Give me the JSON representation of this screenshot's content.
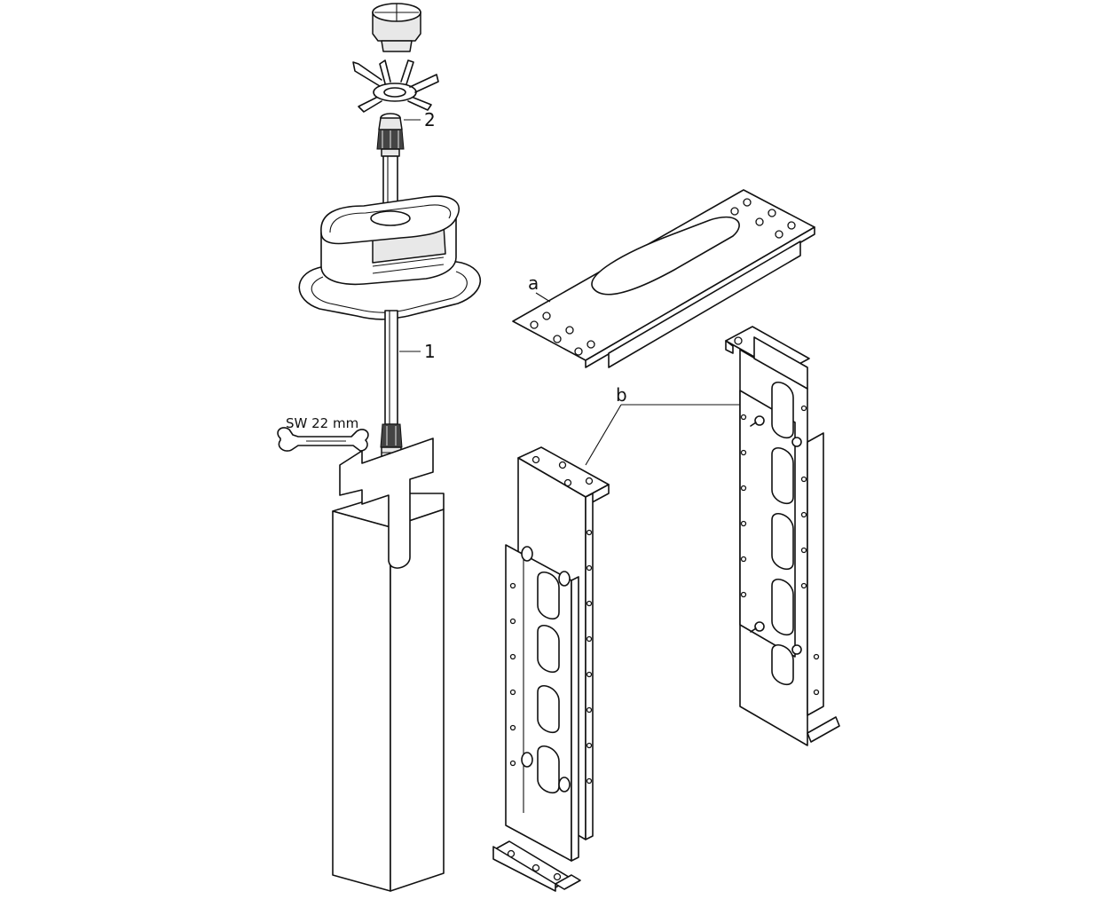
{
  "labels": {
    "part_1": "1",
    "part_2": "2",
    "part_a": "a",
    "part_b": "b",
    "wrench": "SW 22 mm"
  },
  "icons": {
    "wrench": "wrench-icon"
  }
}
